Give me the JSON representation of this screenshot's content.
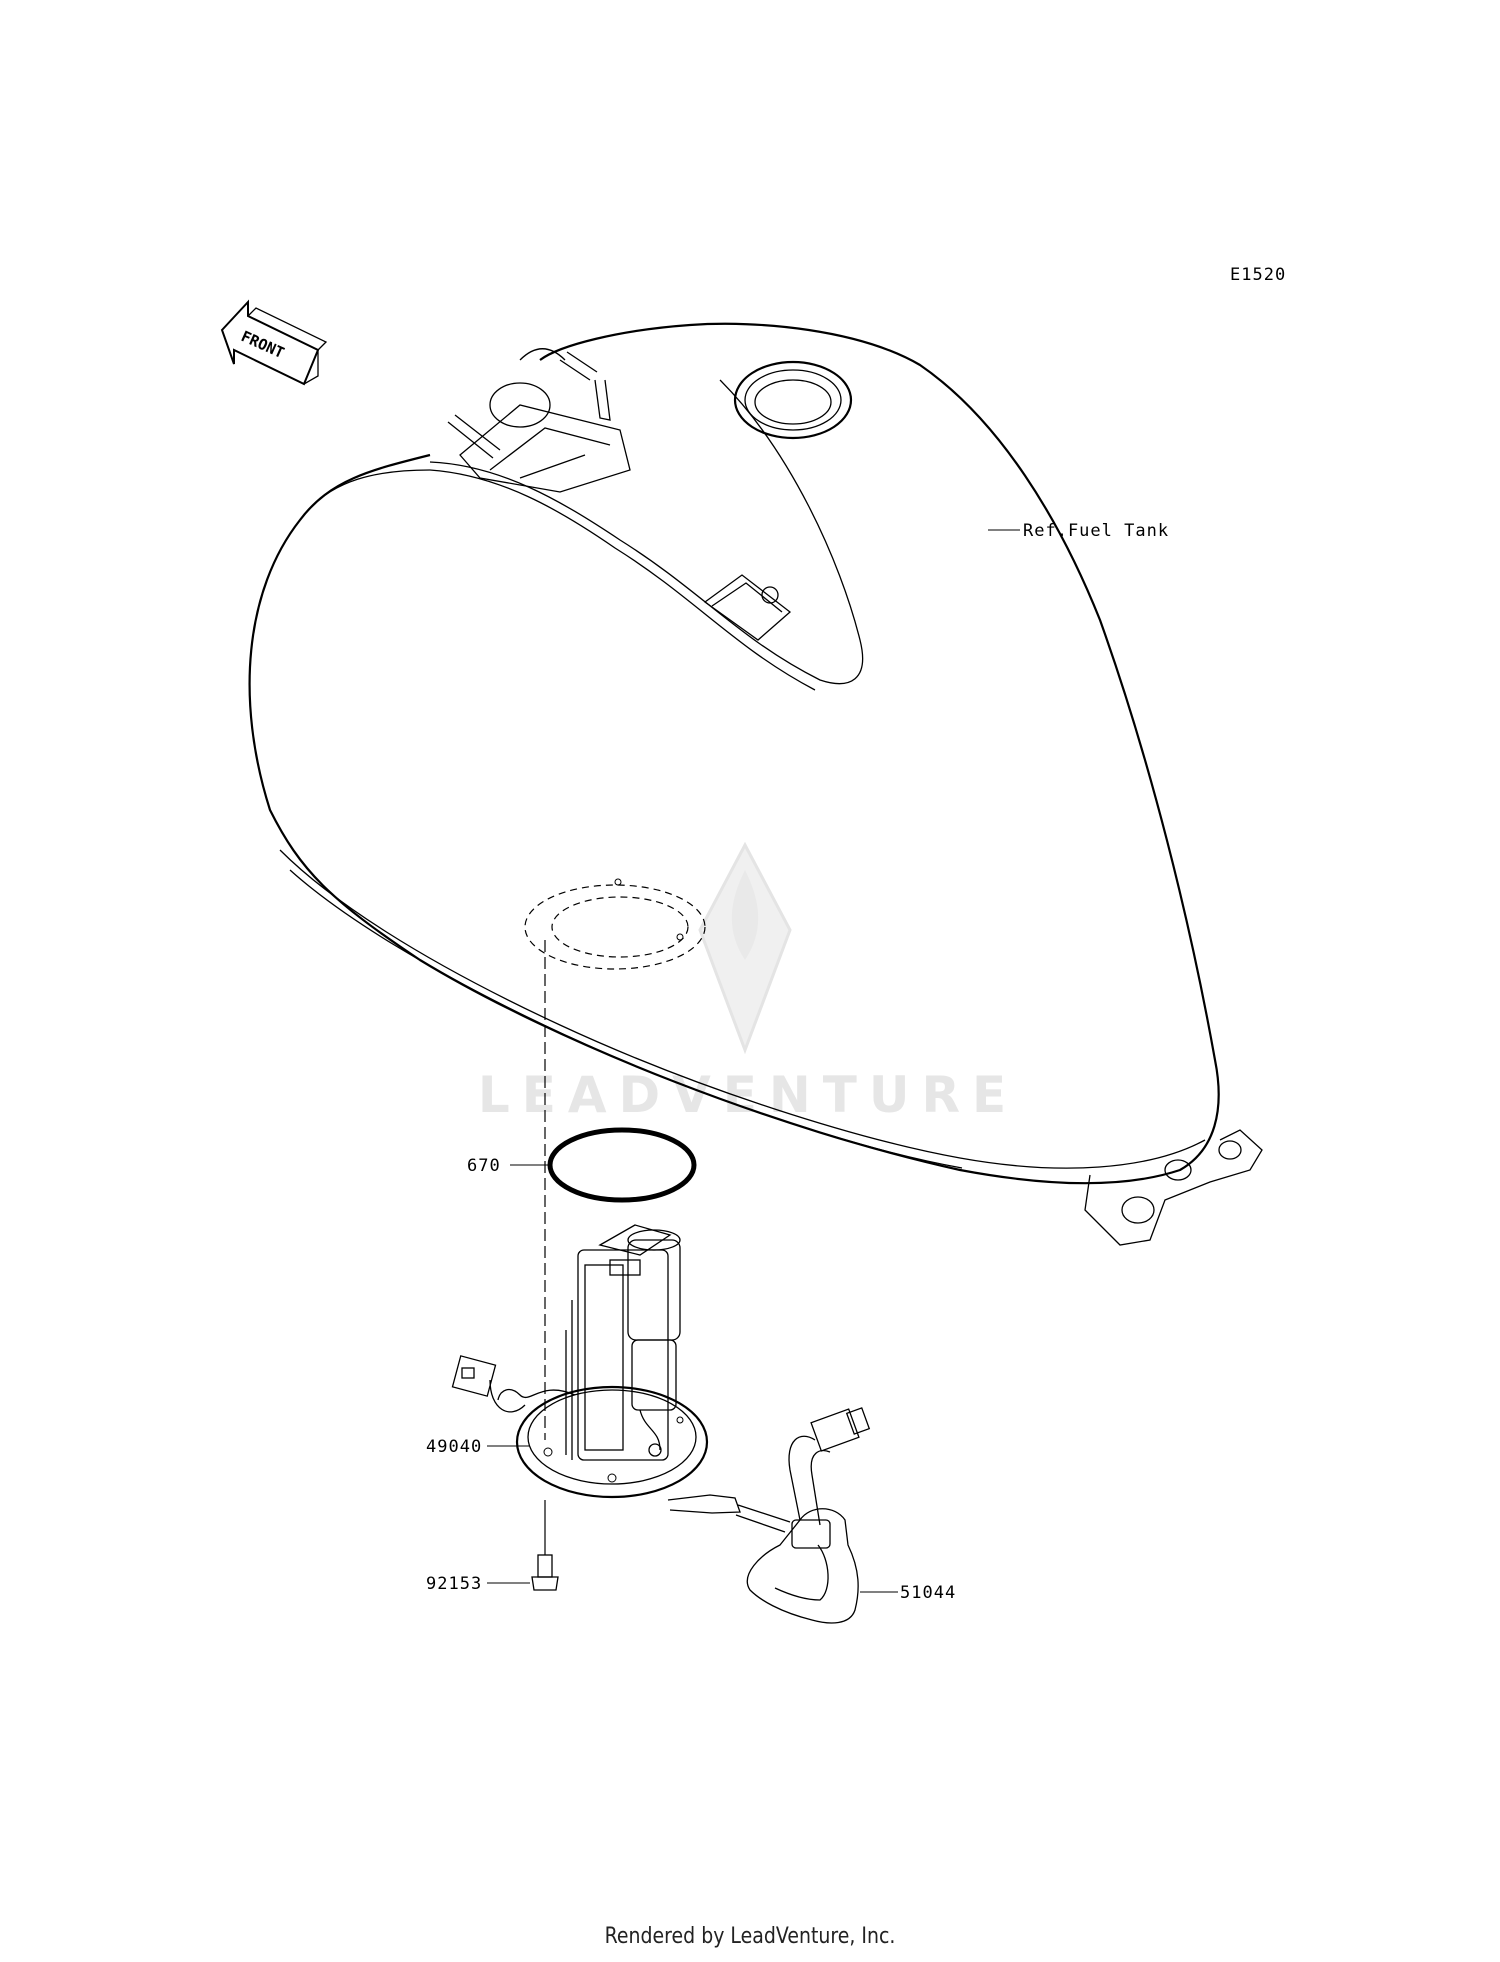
{
  "diagram_code": "E1520",
  "front_label": "FRONT",
  "watermark": "LEADVENTURE",
  "footer": "Rendered by LeadVenture, Inc.",
  "callouts": [
    {
      "id": "ref-fuel-tank",
      "text": "Ref.Fuel Tank"
    },
    {
      "id": "670",
      "text": "670"
    },
    {
      "id": "49040",
      "text": "49040"
    },
    {
      "id": "92153",
      "text": "92153"
    },
    {
      "id": "51044",
      "text": "51044"
    }
  ]
}
